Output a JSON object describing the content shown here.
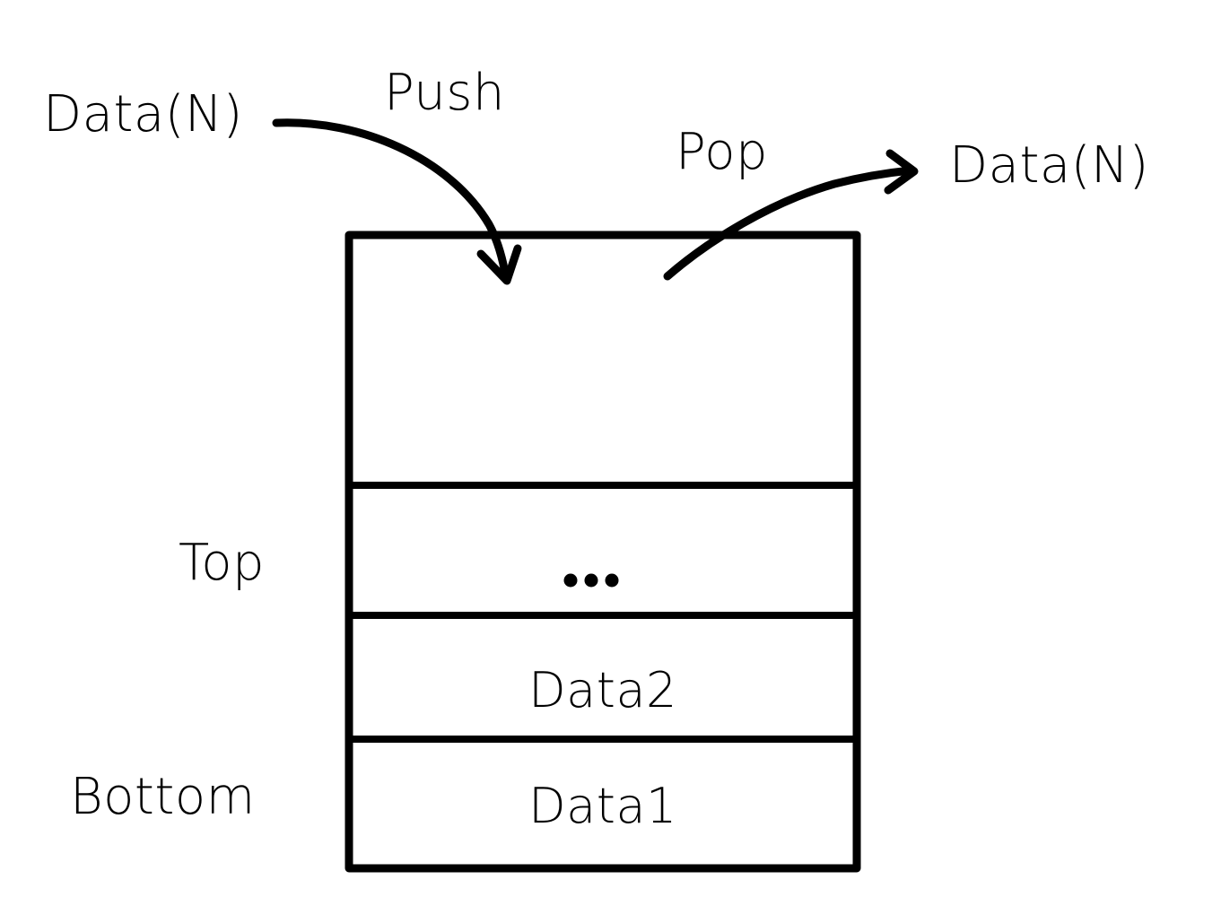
{
  "diagram": {
    "title": "Stack push and pop diagram",
    "background_color": "#ffffff",
    "stroke_color": "#000000",
    "labels": {
      "push_operation": "Push",
      "pop_operation": "Pop",
      "input_data": "Data(N)",
      "output_data": "Data(N)",
      "top_marker": "Top",
      "bottom_marker": "Bottom"
    },
    "stack": {
      "cells": [
        {
          "name": "empty-slot",
          "text": ""
        },
        {
          "name": "ellipsis-slot",
          "text": "..."
        },
        {
          "name": "data2-slot",
          "text": "Data2"
        },
        {
          "name": "data1-slot",
          "text": "Data1"
        }
      ]
    }
  }
}
